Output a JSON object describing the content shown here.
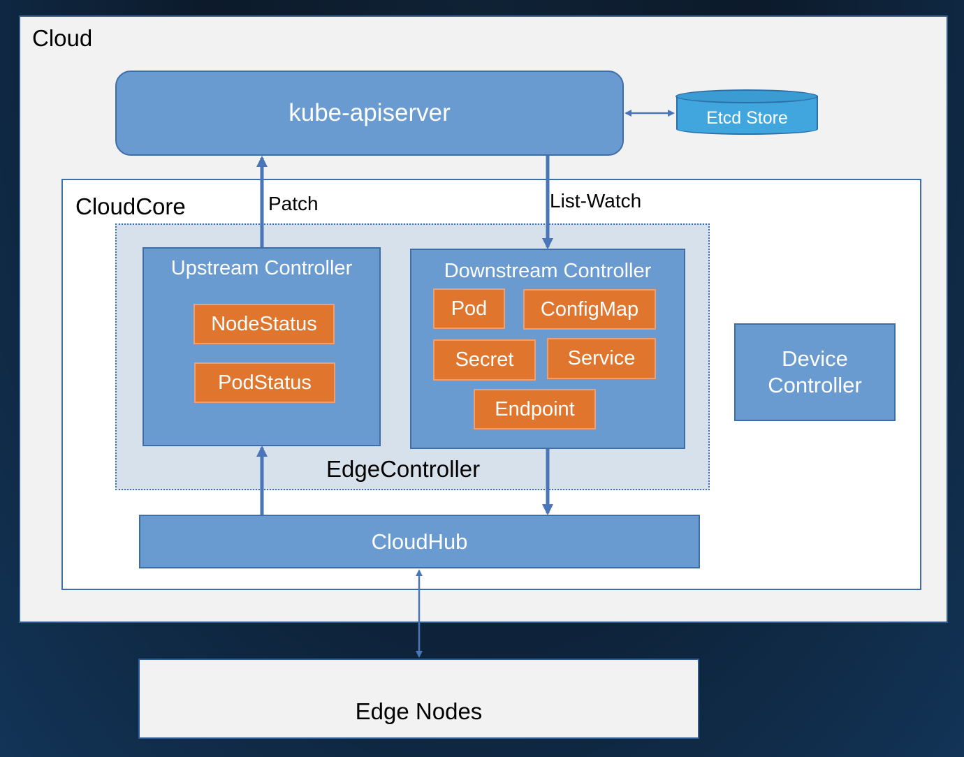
{
  "cloud": {
    "label": "Cloud"
  },
  "kube_apiserver": {
    "label": "kube-apiserver"
  },
  "etcd": {
    "label": "Etcd Store"
  },
  "cloudcore": {
    "label": "CloudCore"
  },
  "edge_controller": {
    "label": "EdgeController"
  },
  "upstream": {
    "title": "Upstream Controller",
    "items": [
      "NodeStatus",
      "PodStatus"
    ]
  },
  "downstream": {
    "title": "Downstream Controller",
    "items": [
      "Pod",
      "ConfigMap",
      "Secret",
      "Service",
      "Endpoint"
    ]
  },
  "device_controller": {
    "line1": "Device",
    "line2": "Controller"
  },
  "cloudhub": {
    "label": "CloudHub"
  },
  "edge_nodes": {
    "label": "Edge Nodes"
  },
  "edges": {
    "patch": "Patch",
    "list_watch": "List-Watch"
  },
  "colors": {
    "blue_fill": "#6a9bd0",
    "orange_fill": "#e0762e",
    "etcd_fill": "#41a6de",
    "arrow": "#4a76b8"
  }
}
